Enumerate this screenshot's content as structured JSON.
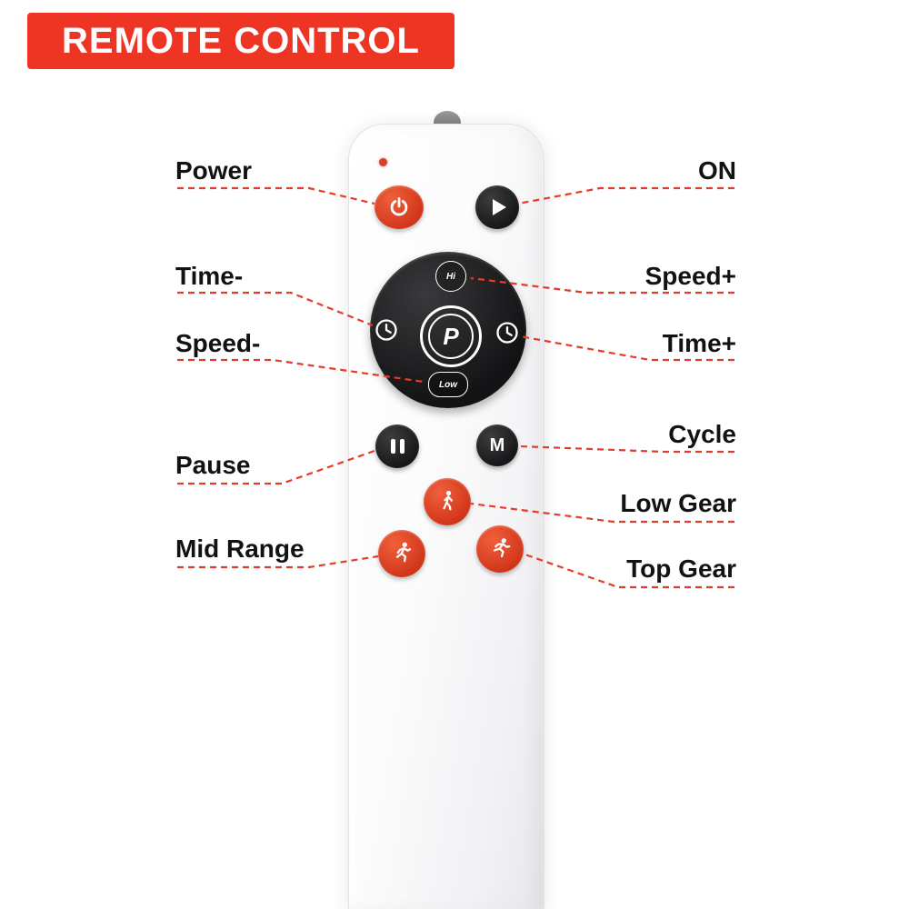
{
  "header": {
    "title": "REMOTE CONTROL"
  },
  "colors": {
    "banner_red": "#ee3524",
    "accent_red": "#e73b27",
    "button_red": "#d03418",
    "button_black": "#1a1a1c"
  },
  "callouts": {
    "power": "Power",
    "on": "ON",
    "time_minus": "Time-",
    "speed_plus": "Speed+",
    "speed_minus": "Speed-",
    "time_plus": "Time+",
    "pause": "Pause",
    "cycle": "Cycle",
    "low_gear": "Low Gear",
    "mid_range": "Mid Range",
    "top_gear": "Top Gear"
  },
  "remote": {
    "dial": {
      "hi_label": "Hi",
      "low_label": "Low",
      "center_label": "P"
    },
    "mode_label": "M"
  }
}
